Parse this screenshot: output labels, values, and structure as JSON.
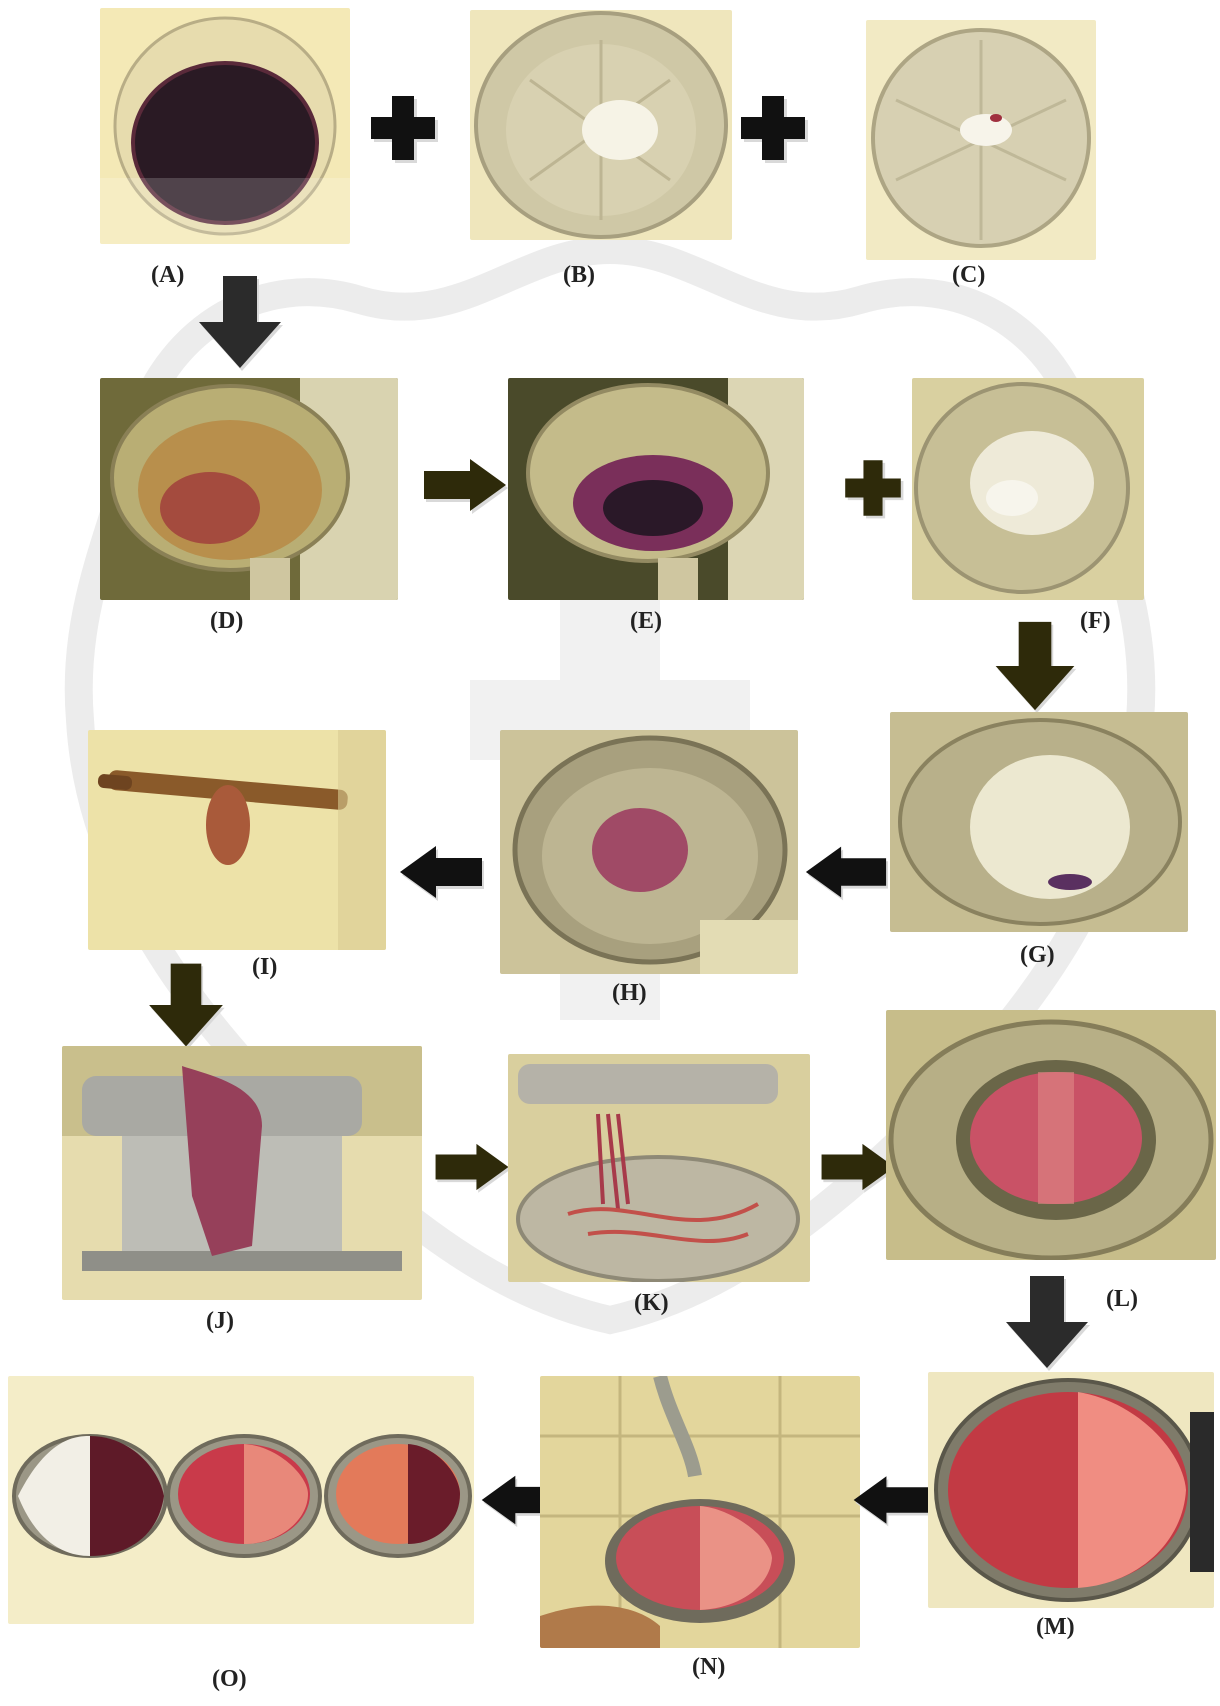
{
  "steps": [
    {
      "label": "(A)"
    },
    {
      "label": "(B)"
    },
    {
      "label": "(C)"
    },
    {
      "label": "(D)"
    },
    {
      "label": "(E)"
    },
    {
      "label": "(F)"
    },
    {
      "label": "(G)"
    },
    {
      "label": "(H)"
    },
    {
      "label": "(I)"
    },
    {
      "label": "(J)"
    },
    {
      "label": "(K)"
    },
    {
      "label": "(L)"
    },
    {
      "label": "(M)"
    },
    {
      "label": "(N)"
    },
    {
      "label": "(O)"
    }
  ],
  "colors": {
    "photo_tint": "#f3e6a8",
    "arrow": "#1a1a1a",
    "arrow_dark_olive": "#2e2a0a",
    "arrow_outline": "#d9d9d9",
    "noodle_red": "#b0283a",
    "noodle_pink": "#e77a74",
    "steel": "#cbc7b8"
  }
}
